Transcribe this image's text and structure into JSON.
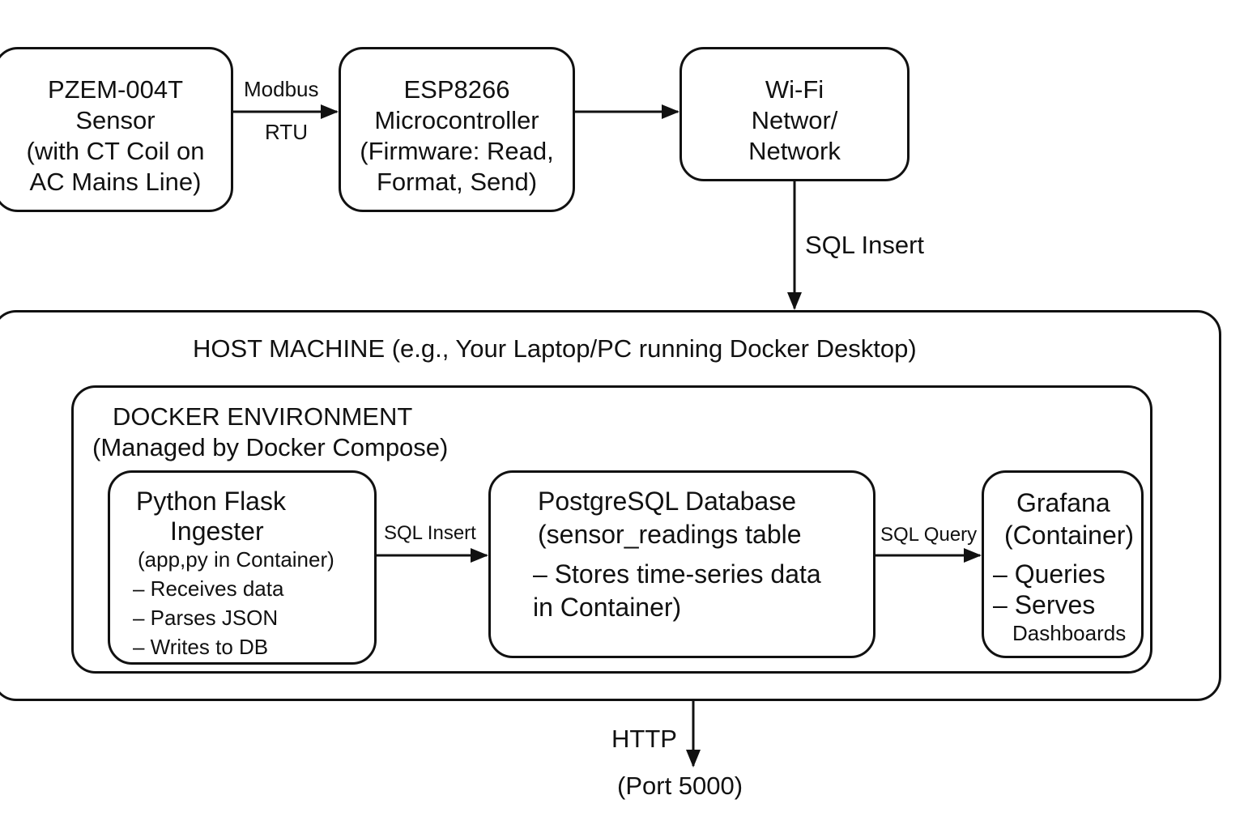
{
  "nodes": {
    "pzem": {
      "lines": [
        "PZEM-004T",
        "Sensor",
        "(with CT Coil on",
        "AC Mains Line)"
      ]
    },
    "esp": {
      "lines": [
        "ESP8266",
        "Microcontroller",
        "(Firmware: Read,",
        "Format, Send)"
      ]
    },
    "wifi": {
      "lines": [
        "Wi-Fi",
        "Networ/",
        "Network"
      ]
    },
    "flask": {
      "title_lines": [
        "Python Flask",
        "Ingester"
      ],
      "subtitle": "(app,py in Container)",
      "bullets": [
        "– Receives data",
        "– Parses JSON",
        "– Writes to DB"
      ]
    },
    "postgres": {
      "title": "PostgreSQL Database",
      "subtitle": "(sensor_readings table",
      "bullet_lines": [
        "– Stores time-series data",
        "in Container)"
      ]
    },
    "grafana": {
      "title": "Grafana",
      "subtitle": "(Container)",
      "bullets": [
        "– Queries",
        "– Serves"
      ],
      "bullet_cont": "Dashboards"
    }
  },
  "containers": {
    "host": {
      "label": "HOST MACHINE (e.g., Your Laptop/PC running Docker Desktop)"
    },
    "docker": {
      "label": "DOCKER ENVIRONMENT",
      "sublabel": "(Managed by Docker Compose)"
    }
  },
  "edges": {
    "modbus": {
      "line1": "Modbus",
      "line2": "RTU"
    },
    "sql_insert_top": "SQL Insert",
    "sql_insert_inner": "SQL Insert",
    "sql_query": "SQL Query",
    "http": "HTTP",
    "port": "(Port 5000)"
  },
  "colors": {
    "stroke": "#111111",
    "background": "#ffffff"
  }
}
